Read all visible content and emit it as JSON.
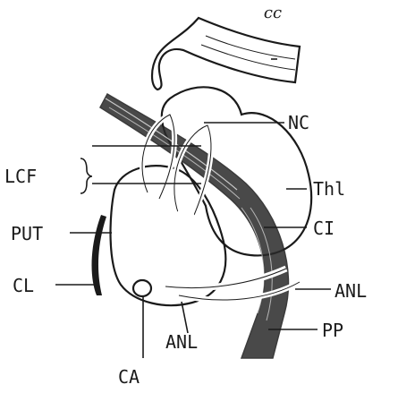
{
  "figure": {
    "labels": {
      "cc": "cc",
      "nc": "NC",
      "lcf": "LCF",
      "thl": "Thl",
      "put": "PUT",
      "ci": "CI",
      "cl": "CL",
      "anl_right": "ANL",
      "anl_bottom": "ANL",
      "pp": "PP",
      "ca": "CA"
    }
  },
  "colors": {
    "ink": "#1a1a1a",
    "paper": "#ffffff"
  }
}
